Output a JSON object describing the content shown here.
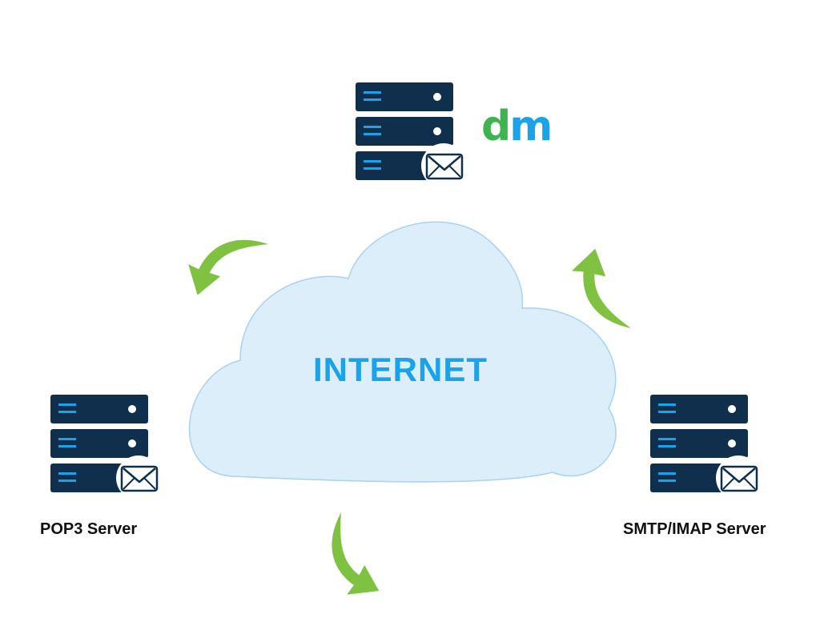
{
  "cloud": {
    "label": "INTERNET",
    "fill": "#ddeefb",
    "stroke": "#a9d2ef",
    "text_color": "#1aa3e8"
  },
  "logo": {
    "d_text": "d",
    "m_text": "m",
    "d_color": "#3fb34f",
    "m_color": "#1aa3e8"
  },
  "servers": {
    "top": {
      "name": ""
    },
    "left": {
      "name": "POP3 Server"
    },
    "right": {
      "name": "SMTP/IMAP Server"
    }
  },
  "colors": {
    "server_body": "#102f4d",
    "server_stripe": "#1aa3e8",
    "arrow": "#7fc242"
  },
  "icons": [
    "server-stack-icon",
    "mail-envelope-icon",
    "curved-arrow-icon"
  ]
}
